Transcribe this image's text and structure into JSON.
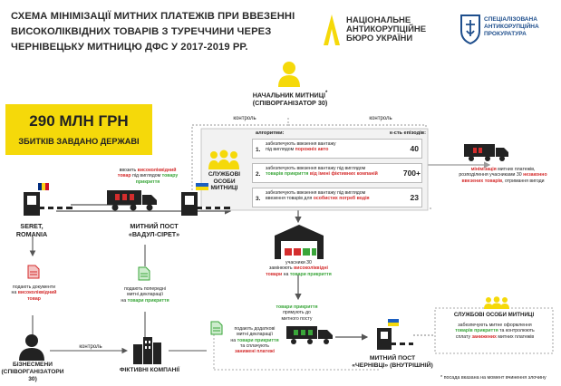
{
  "header": {
    "title_lines": [
      "СХЕМА МІНІМІЗАЦІЇ МИТНИХ ПЛАТЕЖІВ ПРИ ВВЕЗЕННІ",
      "ВИСОКОЛІКВІДНИХ ТОВАРІВ З ТУРЕЧЧИНИ ЧЕРЕЗ",
      "ЧЕРНІВЕЦЬКУ МИТНИЦЮ ДФС У 2017-2019 РР."
    ],
    "nabu_lines": [
      "НАЦІОНАЛЬНЕ",
      "АНТИКОРУПЦІЙНЕ",
      "БЮРО УКРАЇНИ"
    ],
    "sap_lines": [
      "СПЕЦІАЛІЗОВАНА",
      "АНТИКОРУПЦІЙНА",
      "ПРОКУРАТУРА"
    ]
  },
  "damage": {
    "amount": "290 МЛН ГРН",
    "caption": "ЗБИТКІВ ЗАВДАНО ДЕРЖАВІ"
  },
  "chief": {
    "label_lines": [
      "НАЧАЛЬНИК МИТНИЦІ",
      "(СПІВОРГАНІЗАТОР 30)"
    ],
    "asterisk": "*"
  },
  "control_left": "контроль",
  "control_right": "контроль",
  "control_bottom": "контроль",
  "officials": {
    "label_lines": [
      "СЛУЖБОВІ ОСОБИ",
      "МИТНИЦІ"
    ]
  },
  "algo": {
    "head_left": "алгоритми:",
    "head_right": "к-сть епізодів:",
    "rows": [
      {
        "n": "1.",
        "l1": "забезпечують ввезення вантажу",
        "l2a": "під виглядом ",
        "l2b": "порожніх авто",
        "l2c": "",
        "count": "40"
      },
      {
        "n": "2.",
        "l1": "забезпечують ввезення вантажу під виглядом",
        "l2a": "",
        "l2b": "товарів прикриття",
        "l2c": " від імені фіктивних компаній",
        "count": "700+"
      },
      {
        "n": "3.",
        "l1": "забезпечують ввезення вантажу під виглядом",
        "l2a": "ввезення товарів для ",
        "l2b": "особистих потреб водія",
        "l2c": "",
        "count": "23"
      }
    ]
  },
  "result": {
    "l1a": "мінімізація",
    "l1b": " митних платежів,",
    "l2": "розподілення учасниками 30 ",
    "l2b": "незаконно",
    "l3a": "ввезених товарів",
    "l3b": ", отримання вигоди"
  },
  "route": {
    "top_a": "ввозить ",
    "top_b": "високоліквідний",
    "top_c": " ",
    "mid_a": "товар",
    "mid_b": " під виглядом ",
    "mid_c": "товару",
    "low": "прикриття"
  },
  "seret": {
    "lines": [
      "SERET,",
      "ROMANIA"
    ]
  },
  "vadul": {
    "lines": [
      "МИТНИЙ ПОСТ",
      "«ВАДУЛ-СІРЕТ»"
    ]
  },
  "doc_left": {
    "l1": "подають документи",
    "l2a": "на ",
    "l2b": "високоліквідний",
    "l3": "товар"
  },
  "doc_mid": {
    "l1": "подають попередні",
    "l2": "митні декларації",
    "l3a": "на ",
    "l3b": "товари прикриття"
  },
  "doc_fict": {
    "l1": "подають додаткові",
    "l2": "митні декларації",
    "l3a": "на ",
    "l3b": "товари прикриття",
    "l4": "та сплачують",
    "l5": "занижені платежі"
  },
  "warehouse": {
    "l1": "учасники 30",
    "l2a": "замінюють ",
    "l2b": "високоліквідні",
    "l3a": "товари",
    "l3b": " на ",
    "l3c": "товари прикриття"
  },
  "to_post": {
    "l1": "товари прикриття",
    "l2": "прямують до",
    "l3": "митного посту"
  },
  "business": {
    "lines": [
      "БІЗНЕСМЕНИ",
      "(СПІВОРГАНІЗАТОРИ 30)"
    ]
  },
  "fict": {
    "label": "ФІКТИВНІ КОМПАНІЇ"
  },
  "chern": {
    "lines": [
      "МИТНИЙ ПОСТ",
      "«ЧЕРНІВЦІ» (ВНУТРІШНІЙ)"
    ]
  },
  "officials2": {
    "title": "СЛУЖБОВІ ОСОБИ МИТНИЦІ",
    "l1": "забезпечують митне оформлення",
    "l2a": "",
    "l2b": "товарів прикриття",
    "l2c": " та контролюють",
    "l3a": "сплату ",
    "l3b": "занижених",
    "l3c": " митних платежів"
  },
  "footnote": "* посада вказана на момент вчинення злочину",
  "colors": {
    "yellow": "#f5d90a",
    "red": "#d42d2d",
    "green": "#3aa63a",
    "line": "#9a9a9a"
  }
}
